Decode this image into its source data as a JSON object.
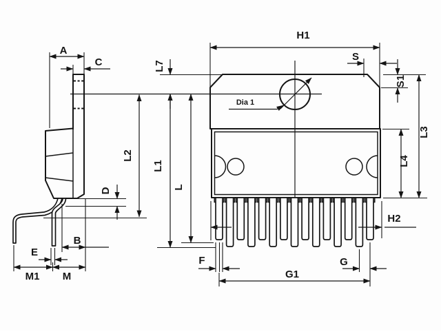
{
  "drawing": {
    "colors": {
      "line": "#151515",
      "background": "#fdfdfd"
    },
    "views": {
      "side_view": {
        "dimension_labels": [
          "A",
          "C",
          "D",
          "B",
          "E",
          "M1",
          "M",
          "L2"
        ]
      },
      "front_view": {
        "pin_count": 15,
        "dimension_labels": [
          "H1",
          "S",
          "S1",
          "L7",
          "L1",
          "L",
          "L3",
          "L4",
          "H2",
          "F",
          "G",
          "G1"
        ],
        "hole_label": "Dia 1"
      }
    },
    "labels": {
      "A": "A",
      "B": "B",
      "C": "C",
      "D": "D",
      "E": "E",
      "F": "F",
      "G": "G",
      "G1": "G1",
      "H1": "H1",
      "H2": "H2",
      "L": "L",
      "L1": "L1",
      "L2": "L2",
      "L3": "L3",
      "L4": "L4",
      "L7": "L7",
      "M": "M",
      "M1": "M1",
      "S": "S",
      "S1": "S1",
      "dia1": "Dia 1"
    }
  }
}
